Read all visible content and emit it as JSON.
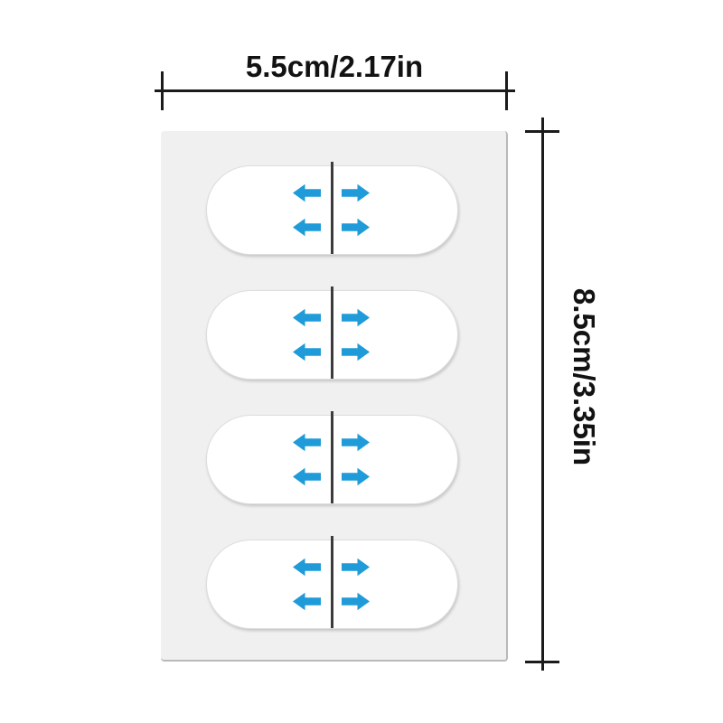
{
  "colors": {
    "background": "#ffffff",
    "dimension_line": "#1b1b1b",
    "label_text": "#121212",
    "sheet_fill": "#f0f0f0",
    "sheet_border": "#b9b9b9",
    "sticker_fill": "#ffffff",
    "sticker_border": "#dedede",
    "divider_line": "#3c3c3c",
    "arrow": "#1e9bd8"
  },
  "width_dimension": {
    "label": "5.5cm/2.17in"
  },
  "height_dimension": {
    "label": "8.5cm/3.35in"
  },
  "sheet": {
    "sticker_count": 4,
    "arrows_per_sticker": 4,
    "arrow_directions": [
      "left",
      "right",
      "left",
      "right"
    ]
  }
}
